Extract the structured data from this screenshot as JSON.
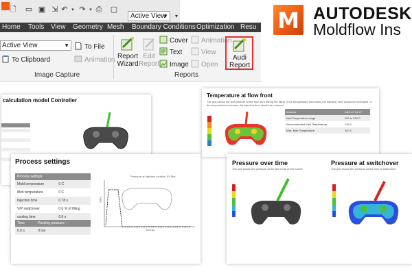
{
  "quick_access": {
    "view_combo": "Active View"
  },
  "menu": [
    "Home",
    "Tools",
    "View",
    "Geometry",
    "Mesh",
    "Boundary Conditions",
    "Optimization",
    "Resu"
  ],
  "image_capture": {
    "select_value": "Active View",
    "to_file": "To File",
    "to_clipboard": "To Clipboard",
    "animation": "Animation",
    "group_label": "Image Capture"
  },
  "reports": {
    "report_wizard": [
      "Report",
      "Wizard"
    ],
    "edit_report": [
      "Edit",
      "Report"
    ],
    "cover": "Cover",
    "text": "Text",
    "image": "Image",
    "animation": "Animation",
    "view": "View",
    "open": "Open",
    "audit_report": [
      "Audi",
      "Report"
    ],
    "group_label": "Reports"
  },
  "brand": {
    "logo_letter": "M",
    "line1": "AUTODESK",
    "line2": "Moldflow Ins"
  },
  "panels": {
    "controller": {
      "title": "calculation model Controller",
      "rows": [
        "",
        "",
        "",
        "",
        "",
        "",
        "",
        "",
        ""
      ]
    },
    "temperature": {
      "title": "Temperature at flow front",
      "description": "The plot shows the temperature at the flow front during the filling. If the temperature decreases the injection time should be increased. If the temperature increases the injection time should be reduced.",
      "table": {
        "header": [
          "Material",
          "ABS AF 51 27"
        ],
        "rows": [
          [
            "Melt Temperature range",
            "200 to 230 C"
          ],
          [
            "Recommended Melt Temperature",
            "215 C"
          ],
          [
            "Max. Melt Temperature",
            "240 C"
          ]
        ]
      },
      "legend_colors": [
        "#d4231d",
        "#f08b1c",
        "#f0d51c",
        "#4cc03a",
        "#2a7de0"
      ]
    },
    "process": {
      "title": "Process settings",
      "table": {
        "header": [
          "Process settings",
          ""
        ],
        "rows": [
          [
            "Mold temperature",
            "0 C"
          ],
          [
            "Melt temperature",
            "0 C"
          ],
          [
            "Injection time",
            "0.78 s"
          ],
          [
            "V/P switchover",
            "0.0 % of filling"
          ],
          [
            "cooling time",
            "0.0 s"
          ]
        ]
      },
      "table2": {
        "header": [
          "Time",
          "Packing pressure"
        ],
        "rows": [
          [
            "0.0 s",
            "0 bar"
          ]
        ]
      },
      "chart": {
        "title": "Pressure at injection location XY Plot",
        "ylabel": "MPa",
        "xlabel": "Time[s]"
      }
    },
    "pressure_time": {
      "title": "Pressure over time",
      "description": "The plot shows the pressure at the first node of the nozzle."
    },
    "pressure_switch": {
      "title": "Pressure at switchover",
      "description": "The plot shows the pressure at the time of switchover."
    }
  },
  "colors": {
    "highlight": "#e0302e",
    "brand_orange": "#ee5a13",
    "menubar": "#3c3c3c"
  }
}
